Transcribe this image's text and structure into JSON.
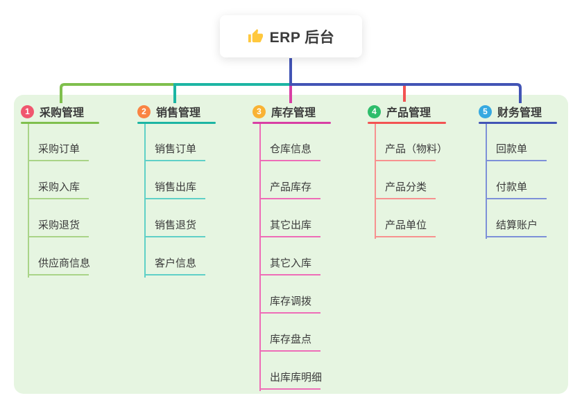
{
  "root": {
    "label": "ERP 后台",
    "icon": "thumbs-up-icon",
    "icon_color": "#ffc83d",
    "line_color": "#4254b5"
  },
  "canvas": {
    "background": "#ffffff",
    "container_background": "#e6f5e1",
    "text_color": "#3b3b3b"
  },
  "branches": [
    {
      "num": "1",
      "label": "采购管理",
      "badge_color": "#f0566e",
      "line_color": "#7fbf4d",
      "child_line_color": "#a9d487",
      "children": [
        "采购订单",
        "采购入库",
        "采购退货",
        "供应商信息"
      ]
    },
    {
      "num": "2",
      "label": "销售管理",
      "badge_color": "#fa8443",
      "line_color": "#1cb5a3",
      "child_line_color": "#5fd0c7",
      "children": [
        "销售订单",
        "销售出库",
        "销售退货",
        "客户信息"
      ]
    },
    {
      "num": "3",
      "label": "库存管理",
      "badge_color": "#f9b234",
      "line_color": "#d83fa4",
      "child_line_color": "#ee6cb7",
      "children": [
        "仓库信息",
        "产品库存",
        "其它出库",
        "其它入库",
        "库存调拨",
        "库存盘点",
        "出库库明细"
      ]
    },
    {
      "num": "4",
      "label": "产品管理",
      "badge_color": "#2ebd6b",
      "line_color": "#f25352",
      "child_line_color": "#f7918f",
      "children": [
        "产品（物料）",
        "产品分类",
        "产品单位"
      ]
    },
    {
      "num": "5",
      "label": "财务管理",
      "badge_color": "#36a9e1",
      "line_color": "#4254b5",
      "child_line_color": "#7d90d8",
      "children": [
        "回款单",
        "付款单",
        "结算账户"
      ]
    }
  ]
}
